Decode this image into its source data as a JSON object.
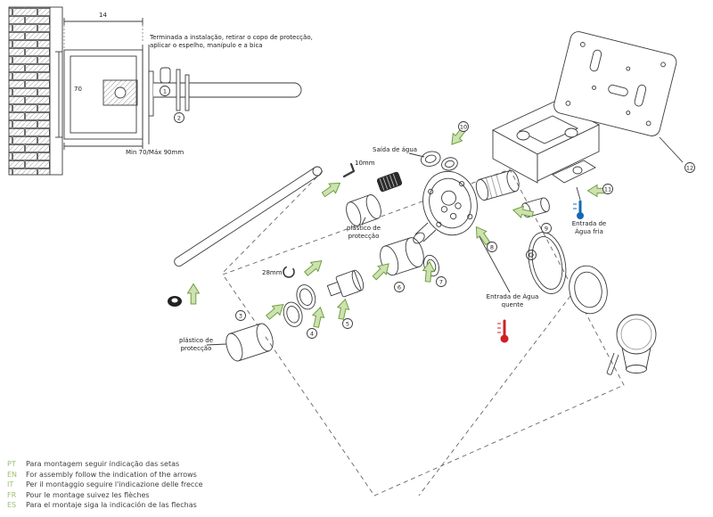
{
  "colors": {
    "line": "#3a3a3a",
    "arrow_green_fill": "#cde2b0",
    "arrow_green_stroke": "#6f9f3f",
    "hot_red": "#cf2027",
    "cold_blue": "#1668b3",
    "legend_lang_green": "#9bbf72"
  },
  "inset": {
    "note": "Terminada a instalação,  retirar o copo de protecção, aplicar o espelho, manípulo e a bica",
    "dim_width": "14",
    "dim_height": "70",
    "dim_depth": "Min 70/Máx 90mm"
  },
  "labels": {
    "water_outlet": "Saída de água",
    "allen_key_size": "10mm",
    "clip_size": "28mm",
    "protective_plastic_top": "plástico de protecção",
    "protective_plastic_bottom": "plástico de protecção",
    "hot_water_inlet": "Entrada de Água quente",
    "cold_water_inlet": "Entrada de Água fria"
  },
  "callouts": [
    {
      "n": "1"
    },
    {
      "n": "2"
    },
    {
      "n": "3"
    },
    {
      "n": "4"
    },
    {
      "n": "5"
    },
    {
      "n": "6"
    },
    {
      "n": "7"
    },
    {
      "n": "8"
    },
    {
      "n": "9"
    },
    {
      "n": "10"
    },
    {
      "n": "11"
    },
    {
      "n": "12"
    }
  ],
  "legend": [
    {
      "lang": "PT",
      "text": "Para montagem seguir indicação das setas"
    },
    {
      "lang": "EN",
      "text": "For assembly follow the indication of the arrows"
    },
    {
      "lang": "IT",
      "text": "Per il montaggio seguire l'indicazione delle frecce"
    },
    {
      "lang": "FR",
      "text": "Pour le montage suivez les flèches"
    },
    {
      "lang": "ES",
      "text": "Para el montaje siga la indicación de las flechas"
    }
  ]
}
